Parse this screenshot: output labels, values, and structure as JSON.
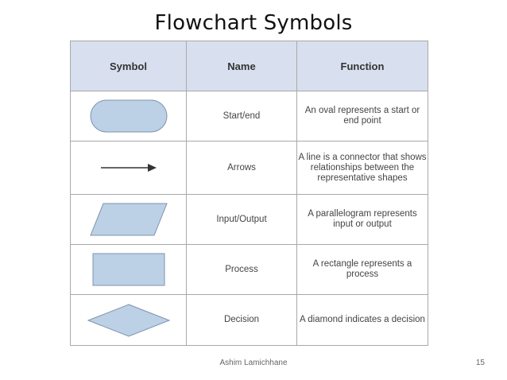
{
  "slide": {
    "title": "Flowchart Symbols",
    "author": "Ashim Lamichhane",
    "page_number": "15"
  },
  "table": {
    "headers": {
      "symbol": "Symbol",
      "name": "Name",
      "function": "Function"
    },
    "rows": [
      {
        "symbol_icon": "oval-icon",
        "name": "Start/end",
        "function": "An oval represents a start or end point"
      },
      {
        "symbol_icon": "arrow-icon",
        "name": "Arrows",
        "function": "A line is a connector that shows relationships between the representative shapes"
      },
      {
        "symbol_icon": "parallelogram-icon",
        "name": "Input/Output",
        "function": "A parallelogram represents input or output"
      },
      {
        "symbol_icon": "rectangle-icon",
        "name": "Process",
        "function": "A rectangle represents a process"
      },
      {
        "symbol_icon": "diamond-icon",
        "name": "Decision",
        "function": "A diamond indicates a decision"
      }
    ]
  },
  "colors": {
    "header_fill": "#d8dfee",
    "shape_fill": "#bcd0e6",
    "shape_stroke": "#7f93ad",
    "border": "#a9a9a9"
  }
}
